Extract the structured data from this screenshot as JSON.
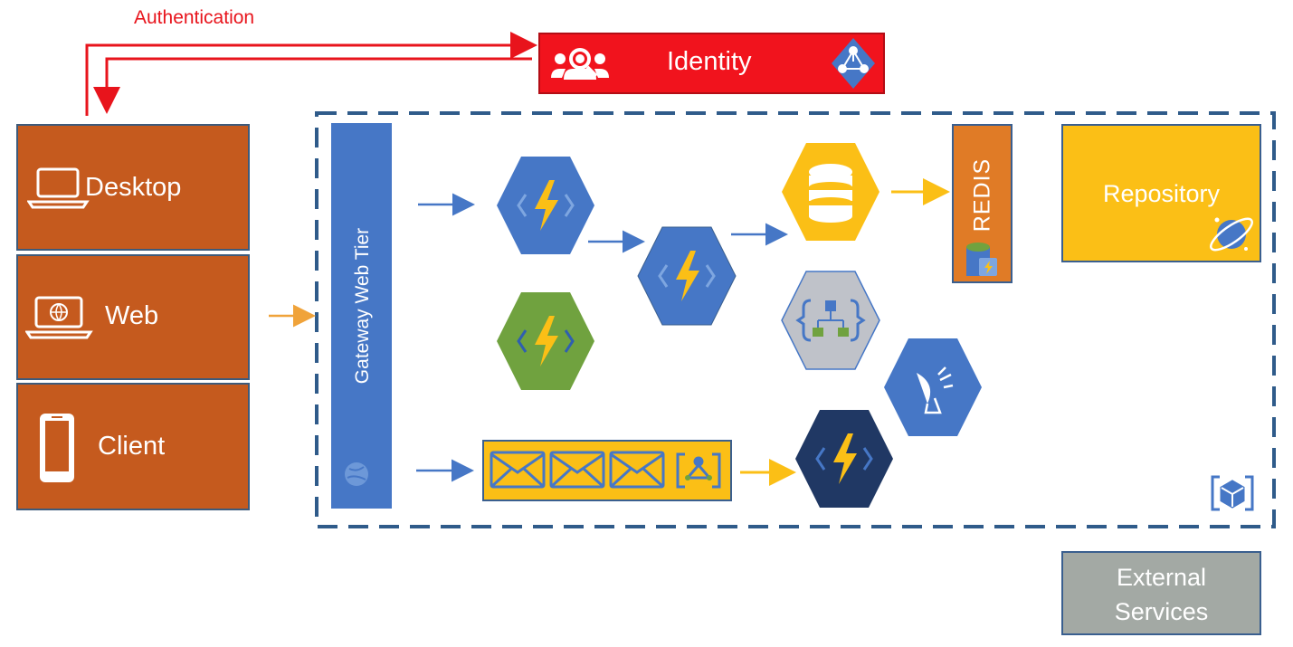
{
  "auth": {
    "label": "Authentication"
  },
  "identity": {
    "label": "Identity"
  },
  "clients": [
    {
      "label": "Desktop"
    },
    {
      "label": "Web"
    },
    {
      "label": "Client"
    }
  ],
  "gateway": {
    "label": "Gateway Web Tier"
  },
  "redis": {
    "label": "REDIS"
  },
  "repository": {
    "label": "Repository"
  },
  "external": {
    "label_line1": "External",
    "label_line2": "Services"
  },
  "colors": {
    "client_box": "#c55a1e",
    "identity": "#f1131d",
    "gateway": "#4677c6",
    "function_blue": "#4677c6",
    "function_green": "#70a23f",
    "function_navy": "#203864",
    "database": "#fbbf16",
    "logic_app": "#bfc2c9",
    "redis": "#e07b26",
    "repository": "#fbbf16",
    "external": "#a3a9a4",
    "arrow_blue": "#4677c6",
    "arrow_orange": "#f0a33a",
    "arrow_yellow": "#fbbf16",
    "auth_red": "#e8141c",
    "dashed_border": "#2f5b8a"
  },
  "icons": [
    "laptop-icon",
    "web-laptop-icon",
    "phone-icon",
    "identity-user-icon",
    "active-directory-icon",
    "function-icon",
    "database-icon",
    "logic-app-icon",
    "satellite-icon",
    "mail-icon",
    "event-grid-icon",
    "cosmos-db-icon",
    "redis-cache-icon",
    "resource-group-icon",
    "globe-icon"
  ]
}
